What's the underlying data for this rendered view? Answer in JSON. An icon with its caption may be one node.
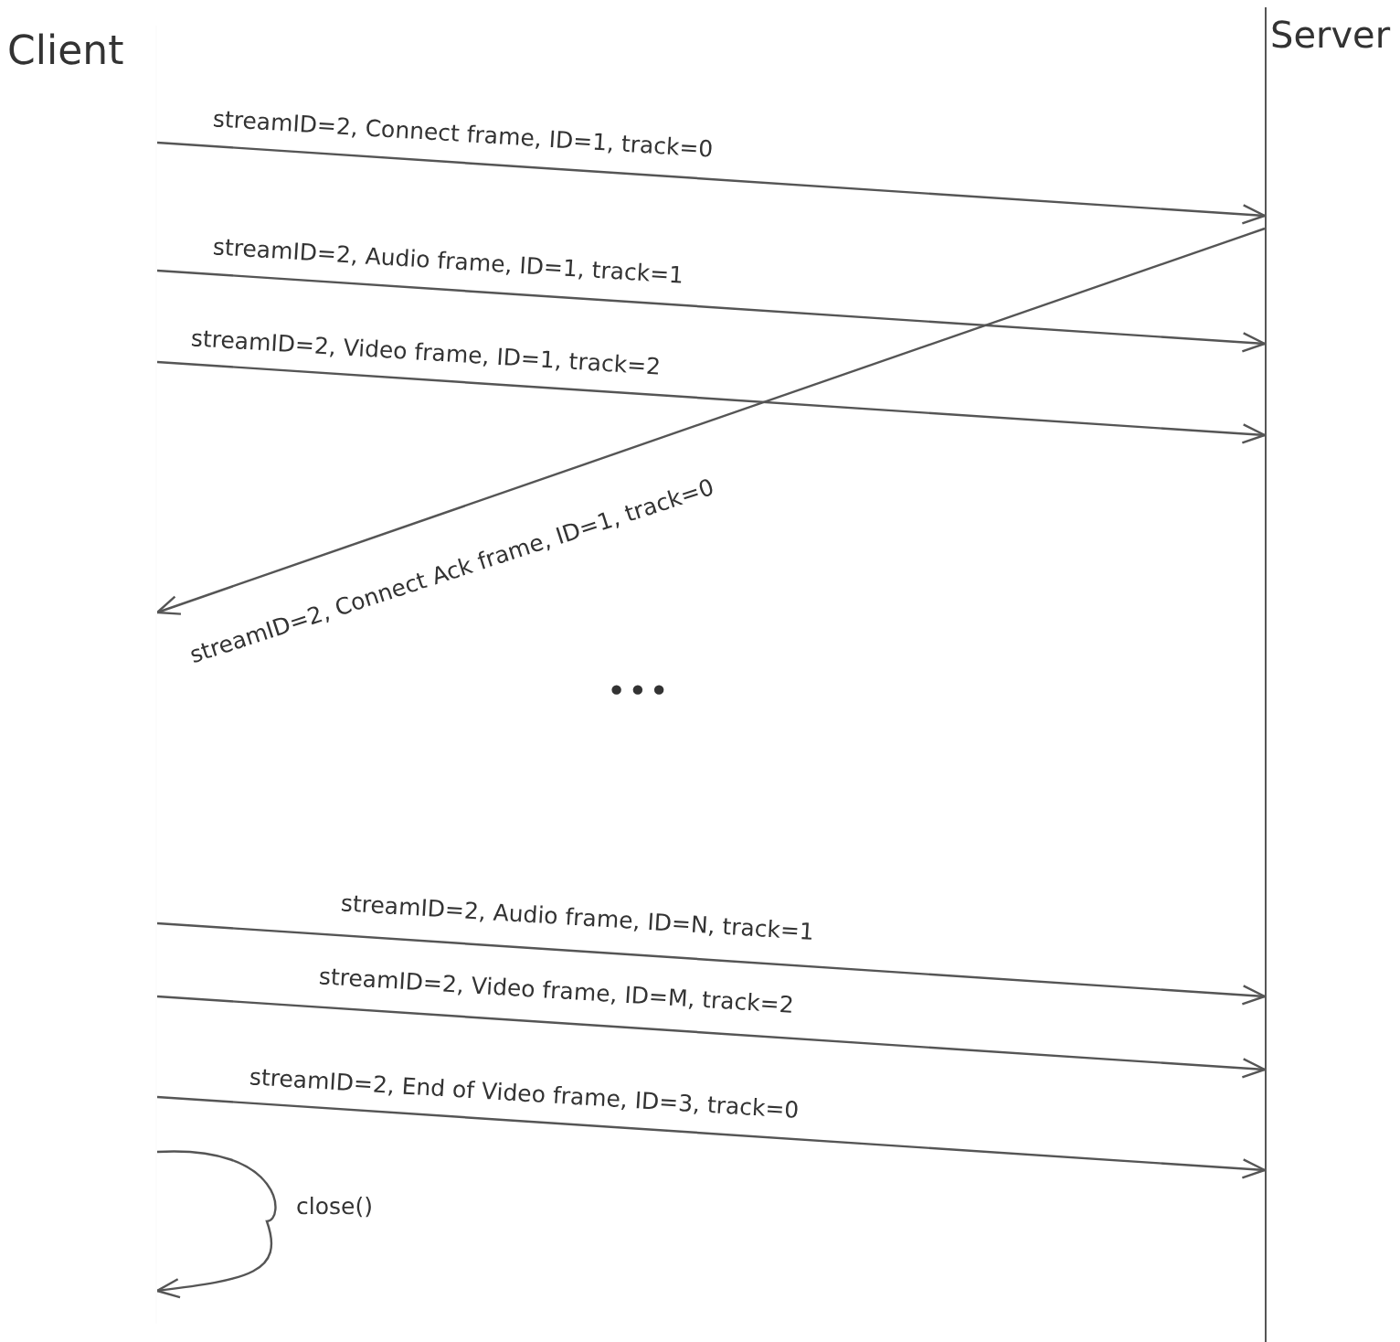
{
  "diagram": {
    "nodes": [
      {
        "text": [
          "Client"
        ]
      },
      {
        "text": [
          "Server"
        ]
      }
    ],
    "edges": [
      {
        "from": 0,
        "to": 1,
        "arrow": "to",
        "label": "streamID=2, Connect frame, ID=1, track=0"
      },
      {
        "from": 0,
        "to": 1,
        "arrow": "to",
        "label": "streamID=2, Audio frame, ID=1, track=1"
      },
      {
        "from": 0,
        "to": 1,
        "arrow": "to",
        "label": "streamID=2, Video frame, ID=1, track=2"
      },
      {
        "from": 1,
        "to": 0,
        "arrow": "to",
        "label": "streamID=2, Connect Ack frame, ID=1, track=0"
      },
      {
        "from": 0,
        "to": 1,
        "arrow": "to",
        "label": "streamID=2, Audio frame, ID=N, track=1"
      },
      {
        "from": 0,
        "to": 1,
        "arrow": "to",
        "label": "streamID=2, Video frame, ID=M, track=2"
      },
      {
        "from": 0,
        "to": 1,
        "arrow": "to",
        "label": "streamID=2, End of Video frame, ID=3, track=0"
      },
      {
        "from": 0,
        "to": 0,
        "arrow": "to",
        "label": "close()"
      }
    ],
    "labels": [
      "•••"
    ]
  }
}
